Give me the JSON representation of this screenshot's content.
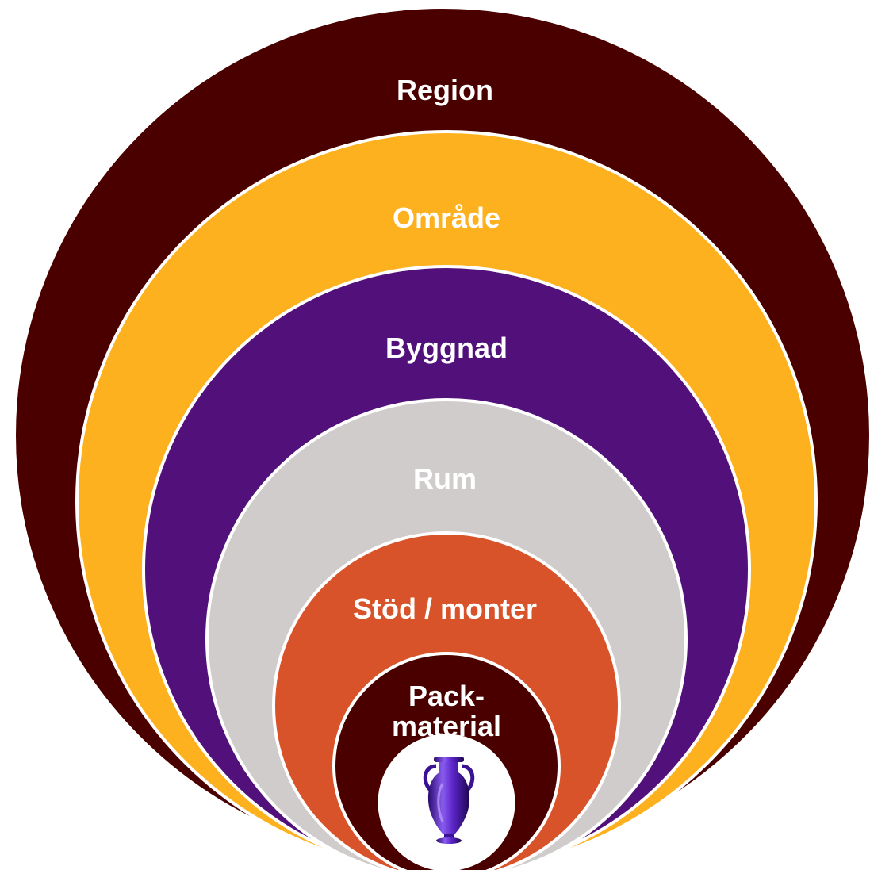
{
  "diagram": {
    "type": "nested-circles",
    "rings": [
      {
        "label": "Region",
        "color": "#4b0000",
        "text_color": "#ffffff"
      },
      {
        "label": "Område",
        "color": "#fdb11e",
        "text_color": "#ffffff"
      },
      {
        "label": "Byggnad",
        "color": "#52107a",
        "text_color": "#ffffff"
      },
      {
        "label": "Rum",
        "color": "#d0cccb",
        "text_color": "#ffffff"
      },
      {
        "label": "Stöd / monter",
        "color": "#d8532a",
        "text_color": "#ffffff"
      },
      {
        "label_line1": "Pack-",
        "label_line2": "material",
        "color": "#4b0000",
        "text_color": "#ffffff"
      }
    ],
    "center": {
      "color": "#ffffff",
      "icon": "vase-icon",
      "icon_color": "#5b1fb0"
    }
  }
}
